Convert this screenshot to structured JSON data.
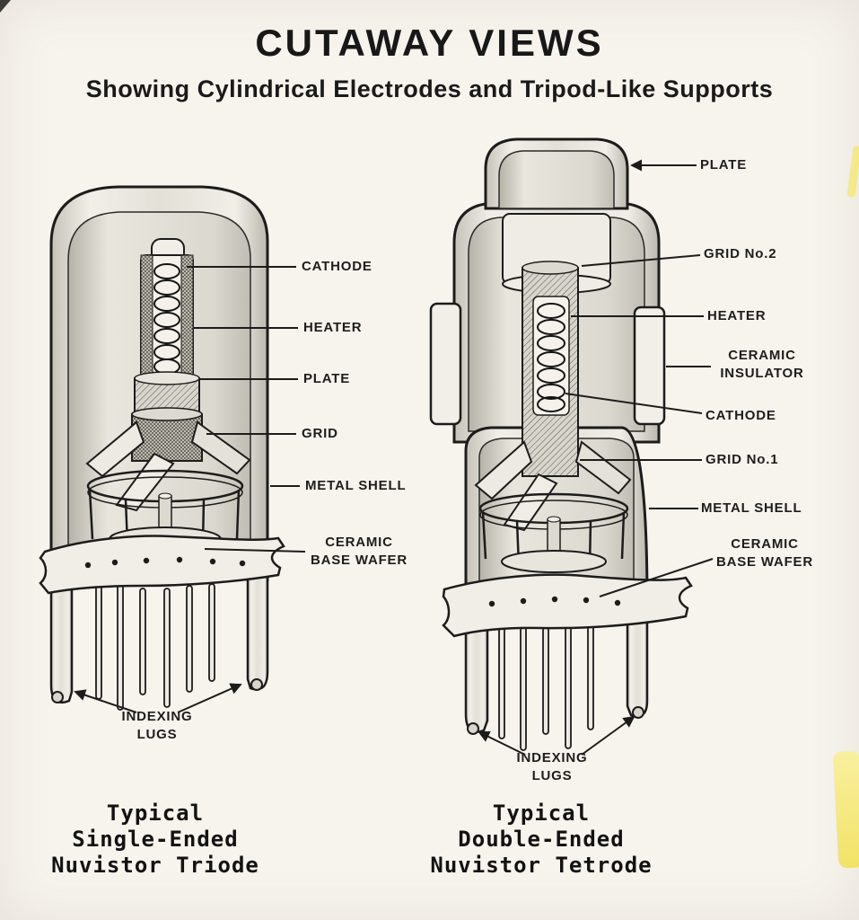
{
  "page": {
    "title": "CUTAWAY VIEWS",
    "subtitle": "Showing Cylindrical Electrodes and Tripod-Like Supports"
  },
  "left_figure": {
    "labels": {
      "cathode": "CATHODE",
      "heater": "HEATER",
      "plate": "PLATE",
      "grid": "GRID",
      "metal_shell": "METAL SHELL",
      "ceramic_base_wafer": [
        "CERAMIC",
        "BASE WAFER"
      ],
      "indexing_lugs": [
        "INDEXING",
        "LUGS"
      ]
    },
    "caption": [
      "Typical",
      "Single-Ended",
      "Nuvistor Triode"
    ]
  },
  "right_figure": {
    "labels": {
      "plate": "PLATE",
      "grid_no_2": "GRID No.2",
      "heater": "HEATER",
      "ceramic_insulator": [
        "CERAMIC",
        "INSULATOR"
      ],
      "cathode": "CATHODE",
      "grid_no_1": "GRID No.1",
      "metal_shell": "METAL SHELL",
      "ceramic_base_wafer": [
        "CERAMIC",
        "BASE WAFER"
      ],
      "indexing_lugs": [
        "INDEXING",
        "LUGS"
      ]
    },
    "caption": [
      "Typical",
      "Double-Ended",
      "Nuvistor Tetrode"
    ]
  }
}
